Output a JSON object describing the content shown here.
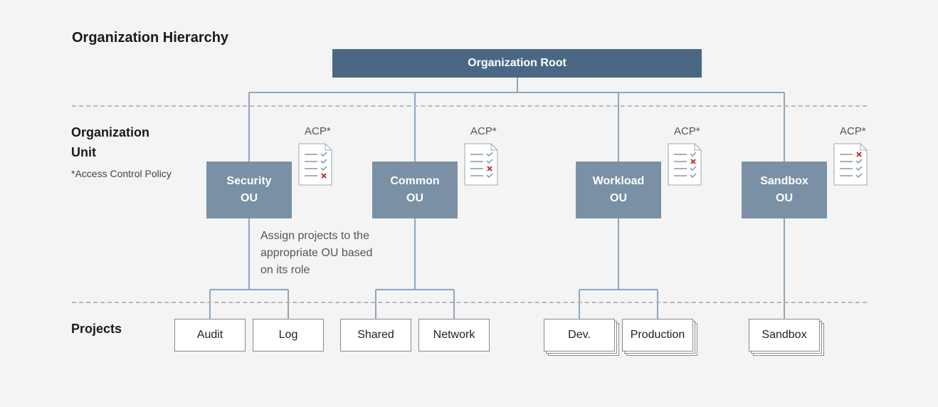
{
  "title": "Organization Hierarchy",
  "root": {
    "label": "Organization Root"
  },
  "sections": {
    "ou_line1": "Organization",
    "ou_line2": "Unit",
    "ou_footnote": "*Access Control Policy",
    "projects": "Projects"
  },
  "acp_label": "ACP*",
  "ous": [
    {
      "line1": "Security",
      "line2": "OU",
      "acp_checks": [
        "check",
        "check",
        "check",
        "cross"
      ]
    },
    {
      "line1": "Common",
      "line2": "OU",
      "acp_checks": [
        "check",
        "check",
        "cross",
        "check"
      ]
    },
    {
      "line1": "Workload",
      "line2": "OU",
      "acp_checks": [
        "check",
        "cross",
        "check",
        "check"
      ]
    },
    {
      "line1": "Sandbox",
      "line2": "OU",
      "acp_checks": [
        "cross",
        "check",
        "check",
        "check"
      ]
    }
  ],
  "annotation": {
    "line1": "Assign projects to the",
    "line2": "appropriate OU based",
    "line3": "on its role"
  },
  "projects": [
    {
      "label": "Audit",
      "ou": 0,
      "stacked": false
    },
    {
      "label": "Log",
      "ou": 0,
      "stacked": false
    },
    {
      "label": "Shared",
      "ou": 1,
      "stacked": false
    },
    {
      "label": "Network",
      "ou": 1,
      "stacked": false
    },
    {
      "label": "Dev.",
      "ou": 2,
      "stacked": true
    },
    {
      "label": "Production",
      "ou": 2,
      "stacked": true
    },
    {
      "label": "Sandbox",
      "ou": 3,
      "stacked": true
    }
  ],
  "colors": {
    "root": "#4a6884",
    "ou": "#7a90a4",
    "connector": "#8fa6bb",
    "check": "#8fa6bb",
    "cross": "#c0392b"
  }
}
